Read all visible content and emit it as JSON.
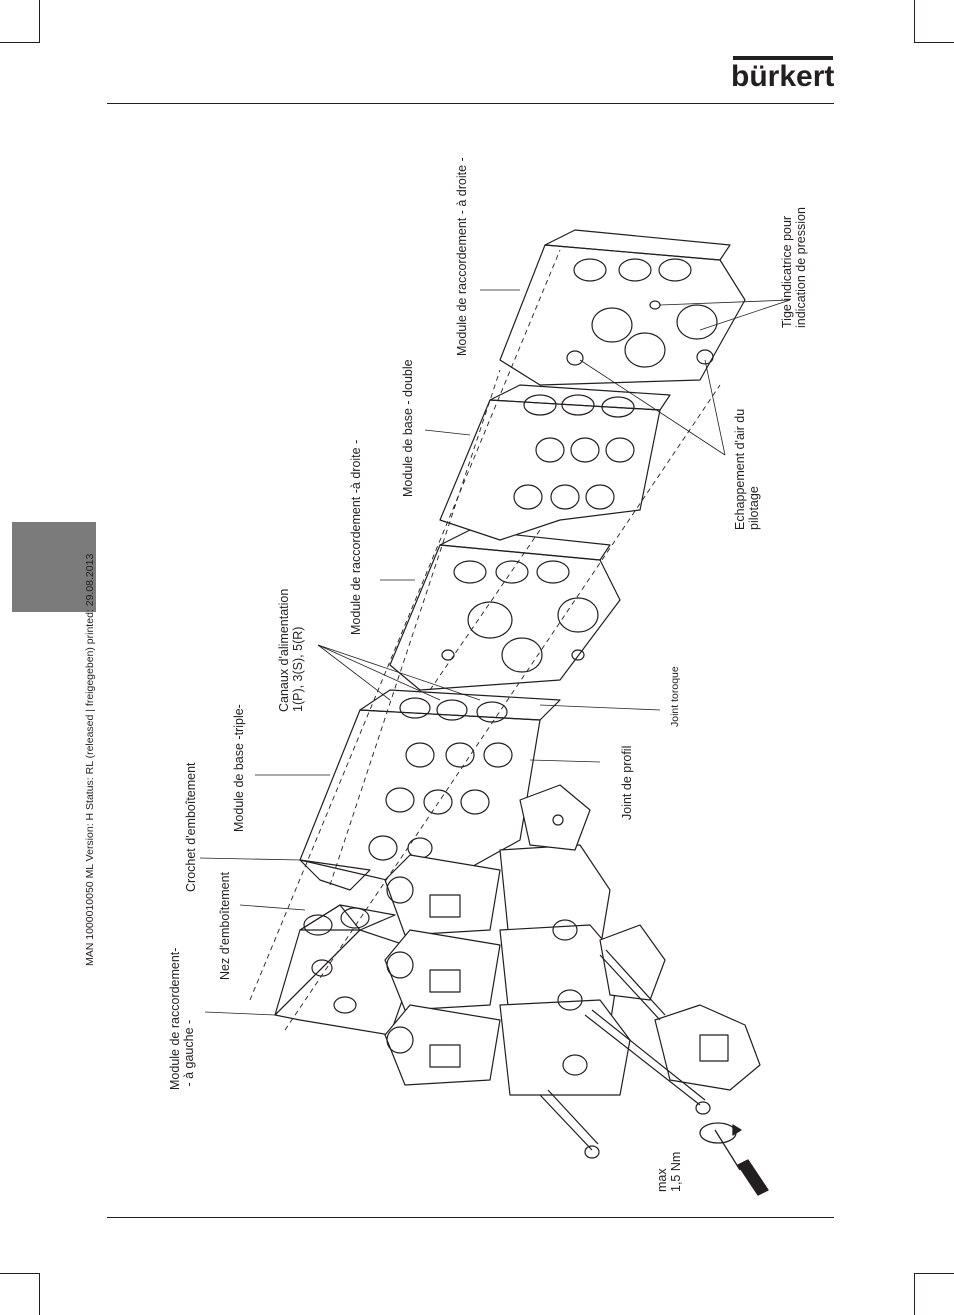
{
  "header": {
    "brand": "bürkert"
  },
  "side_meta": {
    "text": "MAN 1000010050 ML Version: H Status: RL (released | freigegeben) printed: 29.08.2013"
  },
  "labels": {
    "module_gauche": "Module de raccordement-\n - à gauche -",
    "nez": "Nez d'emboîtement",
    "crochet": "Crochet d'emboîtement",
    "base_triple": "Module de base -triple-",
    "canaux": "Canaux d'alimentation\n1(P), 3(S), 5(R)",
    "module_droite_1": "Module de raccordement -à droite -",
    "base_double": "Module de base - double",
    "module_droite_2": "Module de raccordement - à droite -",
    "tige": "Tige indicatrice pour\nindication de pression",
    "echappement": "Echappement d'air du\npilotage",
    "joint_toroque": "Joint toroque",
    "joint_profil": "Joint de profil",
    "torque": "max\n1,5 Nm"
  },
  "colors": {
    "ink": "#231f20",
    "tab_gray": "#7b7b7b"
  },
  "icons": {
    "screwdriver": "screwdriver-icon",
    "rotation_arrow": "rotation-arrow-icon"
  }
}
